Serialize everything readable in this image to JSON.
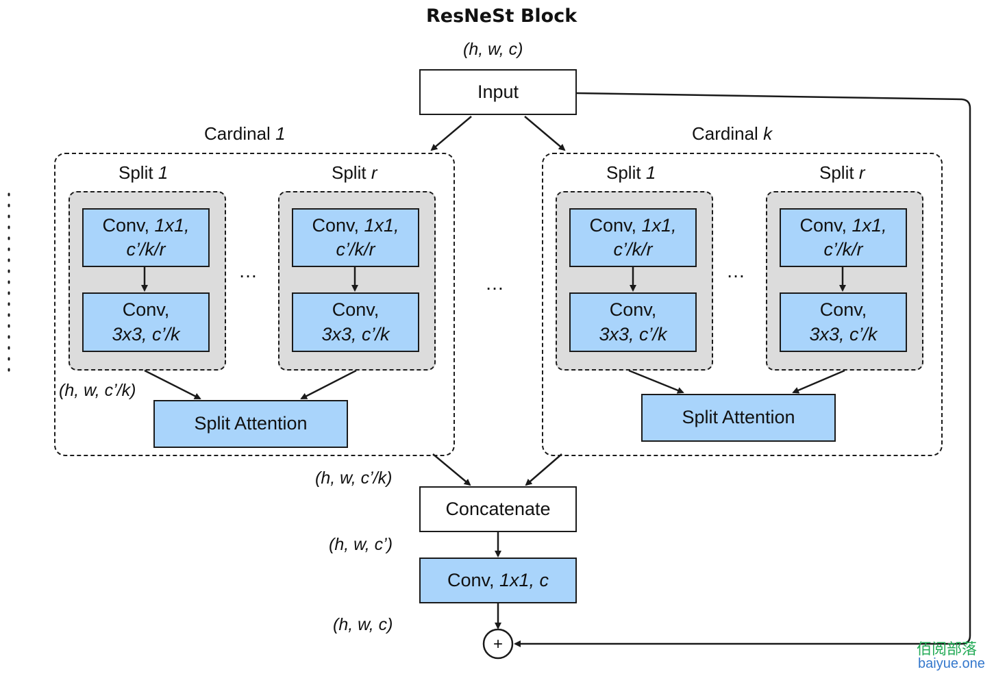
{
  "title": "ResNeSt Block",
  "dims": {
    "input": "(h, w, c)",
    "split_out": "(h, w, c’/k)",
    "cardinal_out": "(h, w, c’/k)",
    "concat_out": "(h, w, c’)",
    "final_out": "(h, w, c)"
  },
  "input_label": "Input",
  "cardinal_prefix": "Cardinal ",
  "cardinals": [
    {
      "index": "1"
    },
    {
      "index": "k"
    }
  ],
  "split_prefix": "Split ",
  "splits": [
    {
      "index": "1"
    },
    {
      "index": "r"
    }
  ],
  "conv1": {
    "prefix": "Conv, ",
    "italic1": "1x1,",
    "italic2": "c’/k/r"
  },
  "conv2": {
    "line1": "Conv,",
    "italic2": "3x3, c’/k"
  },
  "split_attention": "Split Attention",
  "ellipsis": "…",
  "concatenate": "Concatenate",
  "final_conv": {
    "prefix": "Conv, ",
    "italic": "1x1, c"
  },
  "plus": "+",
  "watermark": {
    "line1": "佰阅部落",
    "line2": "baiyue.one"
  }
}
